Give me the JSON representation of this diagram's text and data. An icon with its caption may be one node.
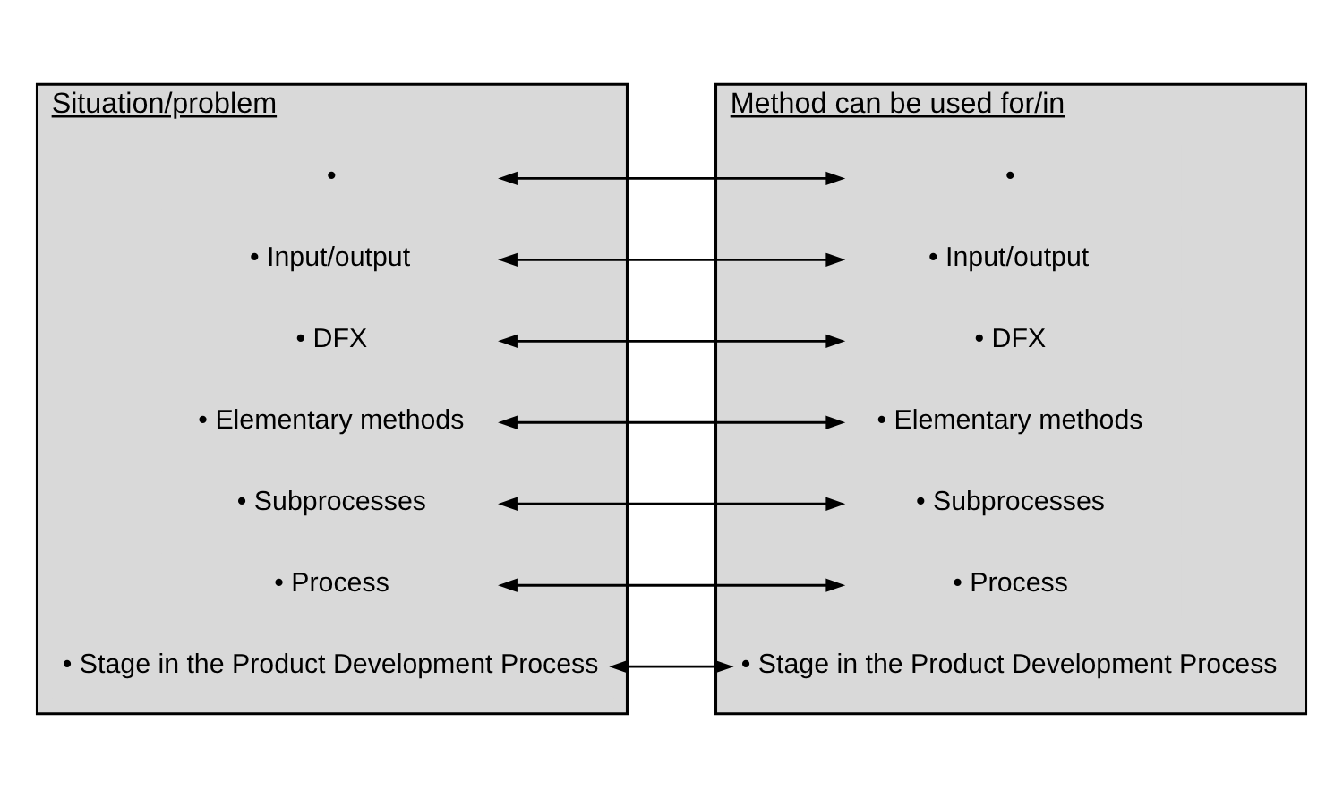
{
  "diagram": {
    "nodes": [
      {
        "text": [
          "Situation/problem"
        ]
      },
      {
        "text": [
          "• Stage in the Product Development Process"
        ],
        "in": 0
      },
      {
        "text": [
          "• Process"
        ],
        "in": 0
      },
      {
        "text": [
          "• Subprocesses"
        ],
        "in": 0
      },
      {
        "text": [
          "• Elementary methods"
        ],
        "in": 0
      },
      {
        "text": [
          "• DFX"
        ],
        "in": 0
      },
      {
        "text": [
          "• Input/output"
        ],
        "in": 0
      },
      {
        "text": [
          "•"
        ],
        "in": 0
      },
      {
        "text": [
          "Method can be used for/in"
        ]
      },
      {
        "text": [
          "• Stage in the Product Development Process"
        ],
        "in": 8
      },
      {
        "text": [
          "• Process"
        ],
        "in": 8
      },
      {
        "text": [
          "• Subprocesses"
        ],
        "in": 8
      },
      {
        "text": [
          "• Elementary methods"
        ],
        "in": 8
      },
      {
        "text": [
          "• DFX"
        ],
        "in": 8
      },
      {
        "text": [
          "• Input/output"
        ],
        "in": 8
      },
      {
        "text": [
          "•"
        ],
        "in": 8
      }
    ],
    "edges": [
      {
        "from": 1,
        "to": 9,
        "arrow": "both"
      },
      {
        "from": 2,
        "to": 10,
        "arrow": "both"
      },
      {
        "from": 3,
        "to": 11,
        "arrow": "both"
      },
      {
        "from": 4,
        "to": 12,
        "arrow": "both"
      },
      {
        "from": 5,
        "to": 13,
        "arrow": "both"
      },
      {
        "from": 6,
        "to": 14,
        "arrow": "both"
      },
      {
        "from": 7,
        "to": 15,
        "arrow": "both"
      }
    ]
  }
}
